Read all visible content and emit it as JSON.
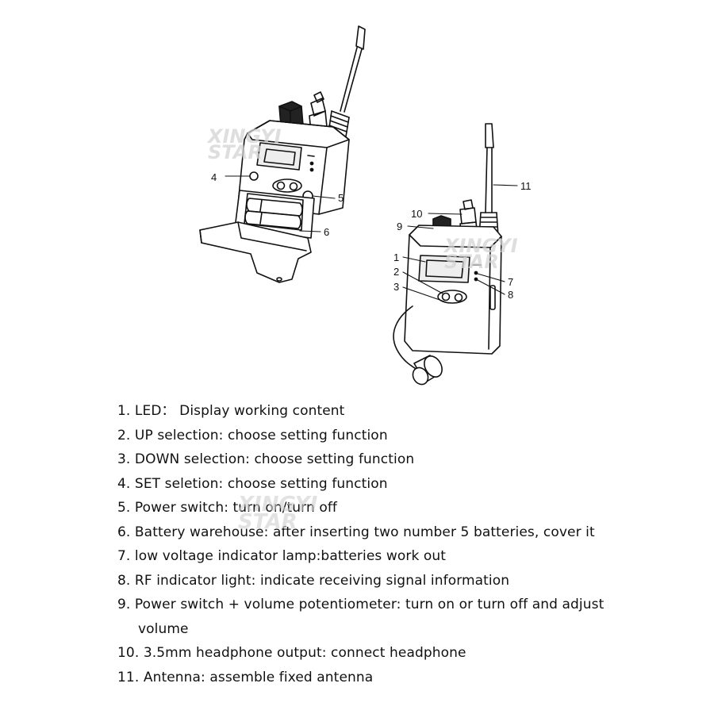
{
  "diagram": {
    "callouts_left_device": [
      "4",
      "5",
      "6"
    ],
    "callouts_right_device": [
      "1",
      "2",
      "3",
      "7",
      "8",
      "9",
      "10",
      "11"
    ],
    "watermark": [
      "XINGYI",
      "STAR"
    ]
  },
  "legend": [
    "1. LED： Display working content",
    "2. UP selection: choose setting function",
    "3. DOWN selection: choose setting function",
    "4. SET seletion: choose setting function",
    "5. Power switch: turn on/turn off",
    "6. Battery warehouse: after inserting two number 5 batteries, cover it",
    "7. low voltage indicator lamp:batteries work out",
    "8. RF indicator light: indicate receiving signal information",
    "9. Power switch + volume potentiometer: turn on or turn off and adjust",
    "volume",
    "10. 3.5mm headphone output: connect headphone",
    "11. Antenna: assemble fixed antenna"
  ]
}
